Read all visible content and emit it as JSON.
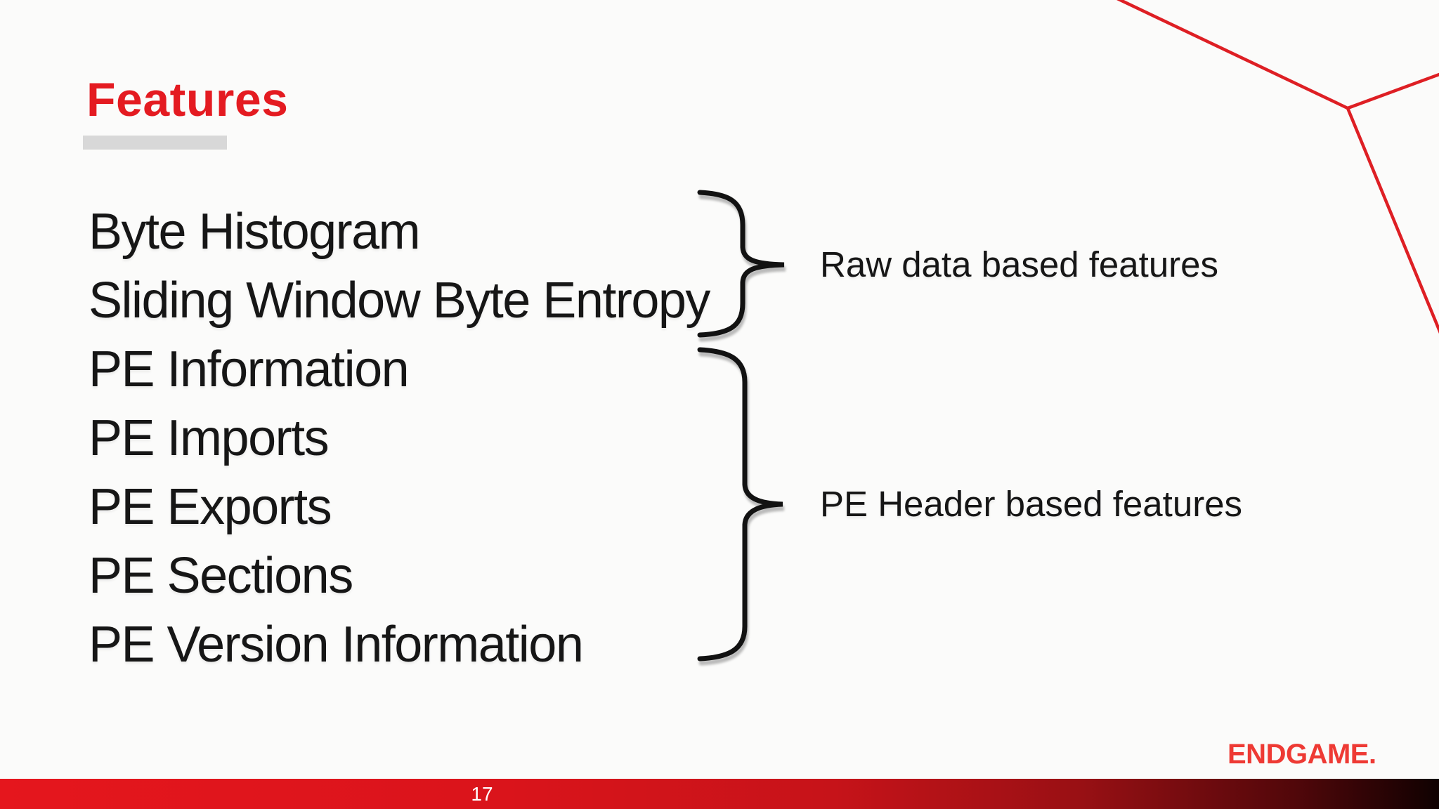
{
  "slide": {
    "title": "Features",
    "page_number": "17",
    "logo_text": "ENDGAME.",
    "features": [
      "Byte Histogram",
      "Sliding Window Byte Entropy",
      "PE Information",
      "PE Imports",
      "PE Exports",
      "PE Sections",
      "PE Version Information"
    ],
    "groups": [
      {
        "label": "Raw data based features",
        "items": [
          "Byte Histogram",
          "Sliding Window Byte Entropy"
        ]
      },
      {
        "label": "PE Header based features",
        "items": [
          "PE Information",
          "PE Imports",
          "PE Exports",
          "PE Sections",
          "PE Version Information"
        ]
      }
    ],
    "colors": {
      "title_red": "#e41b21",
      "logo_red": "#ee3a34",
      "corner_line_red": "#de1f24",
      "footer_gradient_left": "#e5161d",
      "footer_gradient_right": "#100101",
      "underline_gray": "#d8d8d8",
      "text_black": "#161616"
    }
  }
}
